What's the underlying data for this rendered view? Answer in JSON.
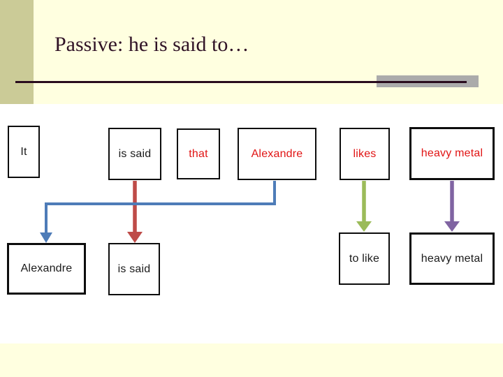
{
  "slide": {
    "title": "Passive: he is said to…"
  },
  "colors": {
    "background_cream": "#FFFFE0",
    "olive_band": "#CBCB97",
    "content_white": "#FFFFFF",
    "title_text": "#301226",
    "divider_line": "#2A0C1E",
    "divider_accent_gray": "#ABABAB",
    "box_border": "#0d0d0d",
    "black_text": "#1a1a1a",
    "red_text": "#E11414"
  },
  "diagram": {
    "top_row": [
      {
        "label": "It",
        "color": "black"
      },
      {
        "label": "is said",
        "color": "black"
      },
      {
        "label": "that",
        "color": "red"
      },
      {
        "label": "Alexandre",
        "color": "red"
      },
      {
        "label": "likes",
        "color": "red"
      },
      {
        "label": "heavy metal",
        "color": "red"
      }
    ],
    "bottom_row": [
      {
        "label": "Alexandre",
        "color": "black"
      },
      {
        "label": "is said",
        "color": "black"
      },
      {
        "label": "to like",
        "color": "black"
      },
      {
        "label": "heavy metal",
        "color": "black"
      }
    ],
    "arrows": [
      {
        "name": "blue-connector",
        "color": "#4E7CB8"
      },
      {
        "name": "red-arrow",
        "color": "#BE4B48"
      },
      {
        "name": "green-arrow",
        "color": "#9BBB59"
      },
      {
        "name": "purple-arrow",
        "color": "#8064A2"
      }
    ]
  }
}
